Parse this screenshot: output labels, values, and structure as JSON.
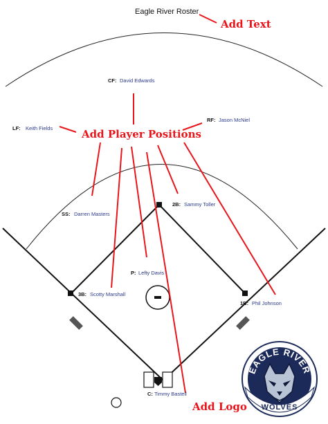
{
  "title": "Eagle River Roster",
  "callouts": {
    "add_text": "Add Text",
    "add_positions": "Add Player Positions",
    "add_logo": "Add Logo"
  },
  "players": {
    "cf": {
      "pos": "CF:",
      "name": "David Edwards"
    },
    "rf": {
      "pos": "RF:",
      "name": "Jason McNiel"
    },
    "lf": {
      "pos": "LF:",
      "name": "Keith Fields"
    },
    "ss": {
      "pos": "SS:",
      "name": "Darren Masters"
    },
    "second": {
      "pos": "2B:",
      "name": "Sammy Toller"
    },
    "pitcher": {
      "pos": "P:",
      "name": "Lefty Davis"
    },
    "third": {
      "pos": "3B:",
      "name": "Scotty Marshall"
    },
    "first": {
      "pos": "1B:",
      "name": "Phil Johnson"
    },
    "catcher": {
      "pos": "C:",
      "name": "Timmy Bastell"
    }
  },
  "logo": {
    "top": "EAGLE RIVER",
    "bottom": "WOLVES"
  },
  "colors": {
    "callout": "#e8151b",
    "name": "#2a3a8c",
    "logo_navy": "#1c2a5a"
  }
}
